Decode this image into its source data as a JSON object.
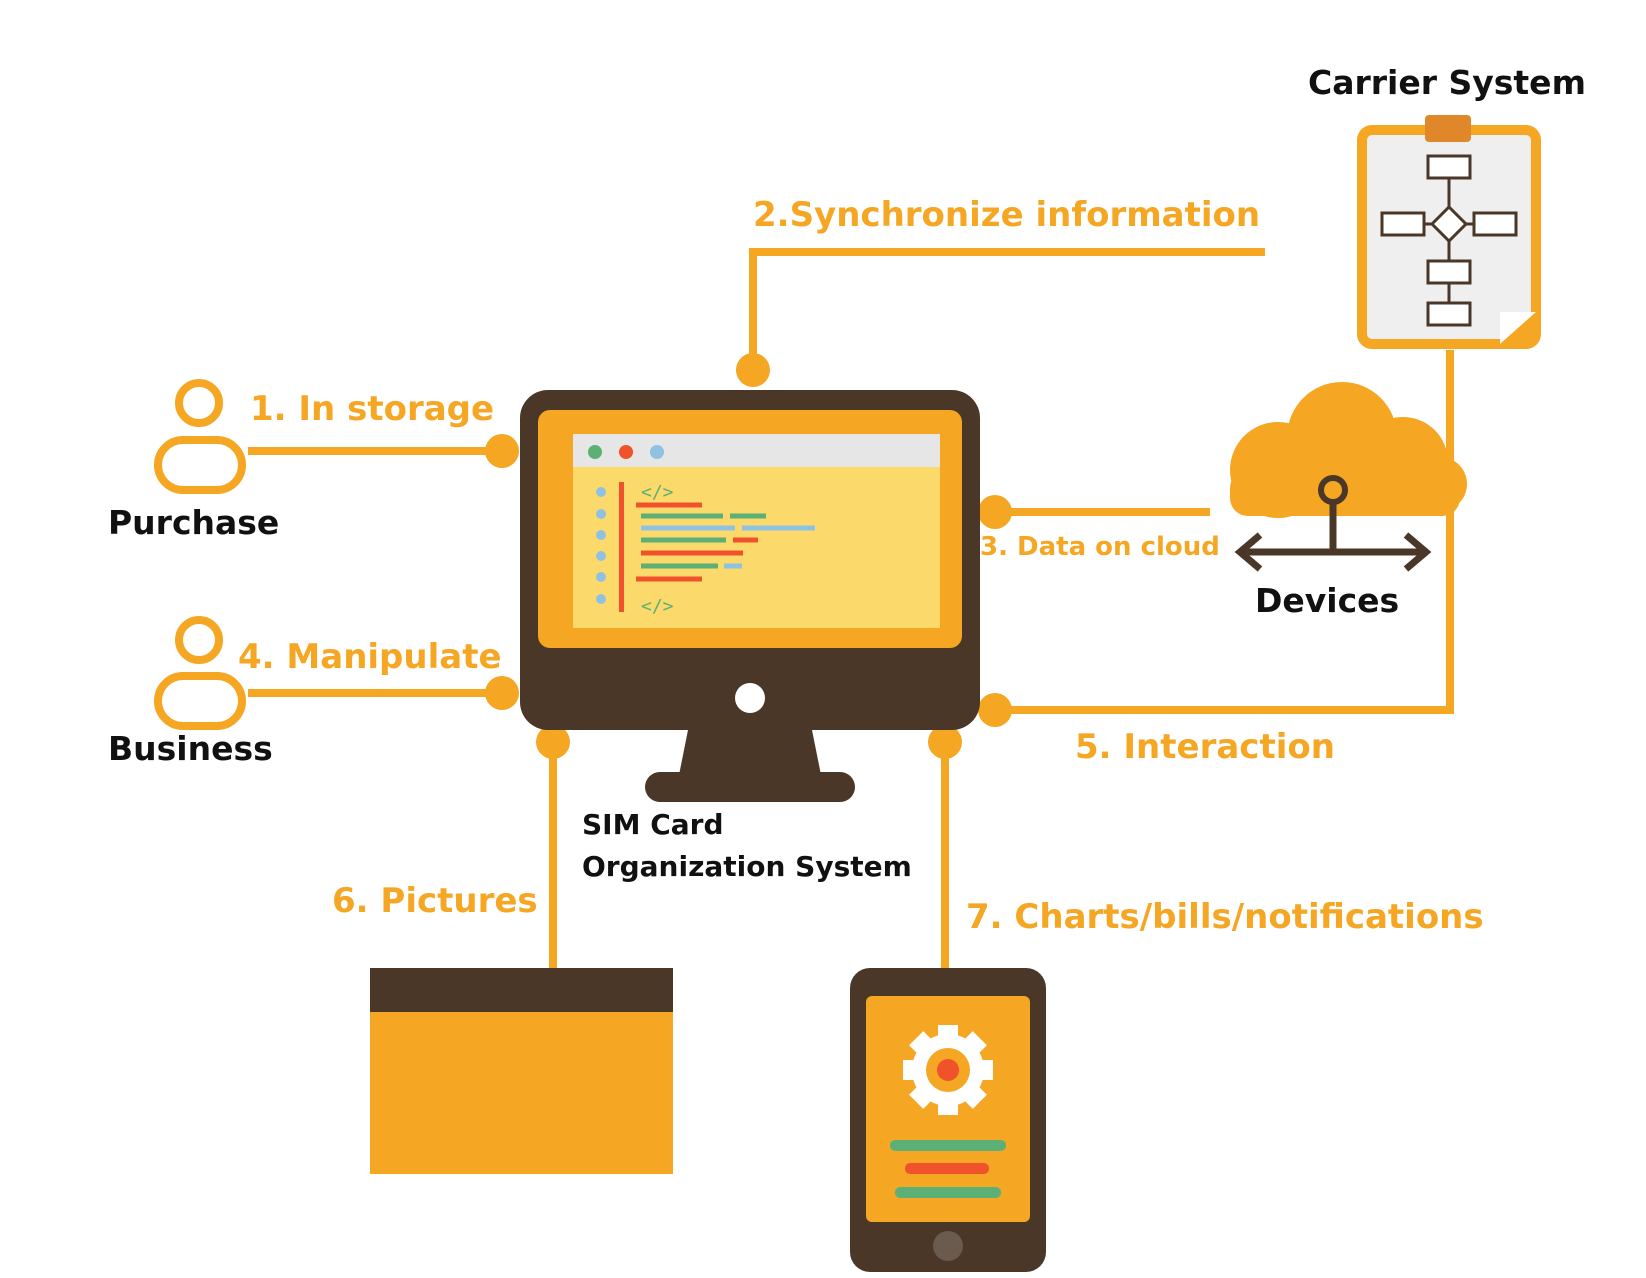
{
  "colors": {
    "accent": "#F5A623",
    "dark": "#4A3728",
    "screen_bg": "#FBD96A",
    "code_green": "#5DB075",
    "code_red": "#F0522B",
    "code_blue": "#8FC1E3",
    "text_dark": "#111111"
  },
  "nodes": {
    "purchase": "Purchase",
    "business": "Business",
    "carrier_system": "Carrier System",
    "devices": "Devices",
    "central_system": {
      "line1": "SIM Card",
      "line2": "Organization System"
    }
  },
  "flows": {
    "in_storage": "1. In storage",
    "synchronize": "2.Synchronize information",
    "data_on_cloud": "3. Data on cloud",
    "manipulate": "4. Manipulate",
    "interaction": "5. Interaction",
    "pictures": "6. Pictures",
    "charts": "7. Charts/bills/notifications"
  },
  "screen": {
    "code_tag_open": "</>",
    "code_tag_close": "</>"
  },
  "icons": {
    "purchase": "person-icon",
    "business": "person-icon",
    "carrier": "clipboard-flowchart-icon",
    "cloud": "cloud-network-icon",
    "monitor": "monitor-code-icon",
    "pictures": "browser-window-icon",
    "phone": "phone-gear-icon"
  }
}
